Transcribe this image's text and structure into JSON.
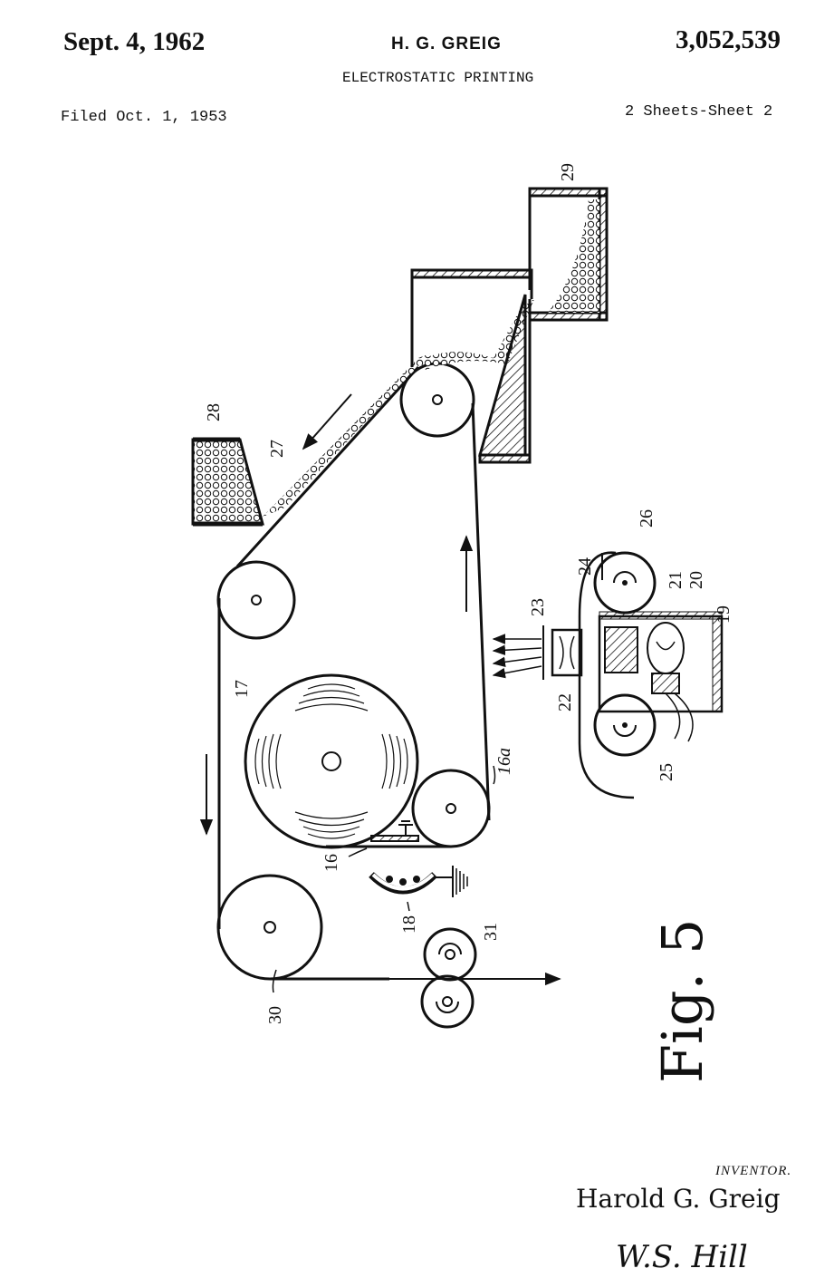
{
  "header": {
    "date": "Sept. 4, 1962",
    "inventor_short": "H. G. GREIG",
    "patent_number": "3,052,539",
    "title": "ELECTROSTATIC PRINTING",
    "filed": "Filed Oct. 1, 1953",
    "sheets": "2 Sheets-Sheet 2"
  },
  "figure": {
    "label": "Fig. 5",
    "reference_numerals": [
      "16",
      "16a",
      "17",
      "18",
      "19",
      "20",
      "21",
      "22",
      "23",
      "24",
      "25",
      "26",
      "27",
      "28",
      "29",
      "30",
      "31"
    ]
  },
  "footer": {
    "inventor_label": "INVENTOR.",
    "inventor_name": "Harold G. Greig",
    "attorney_signature": "W.S. Hill"
  }
}
